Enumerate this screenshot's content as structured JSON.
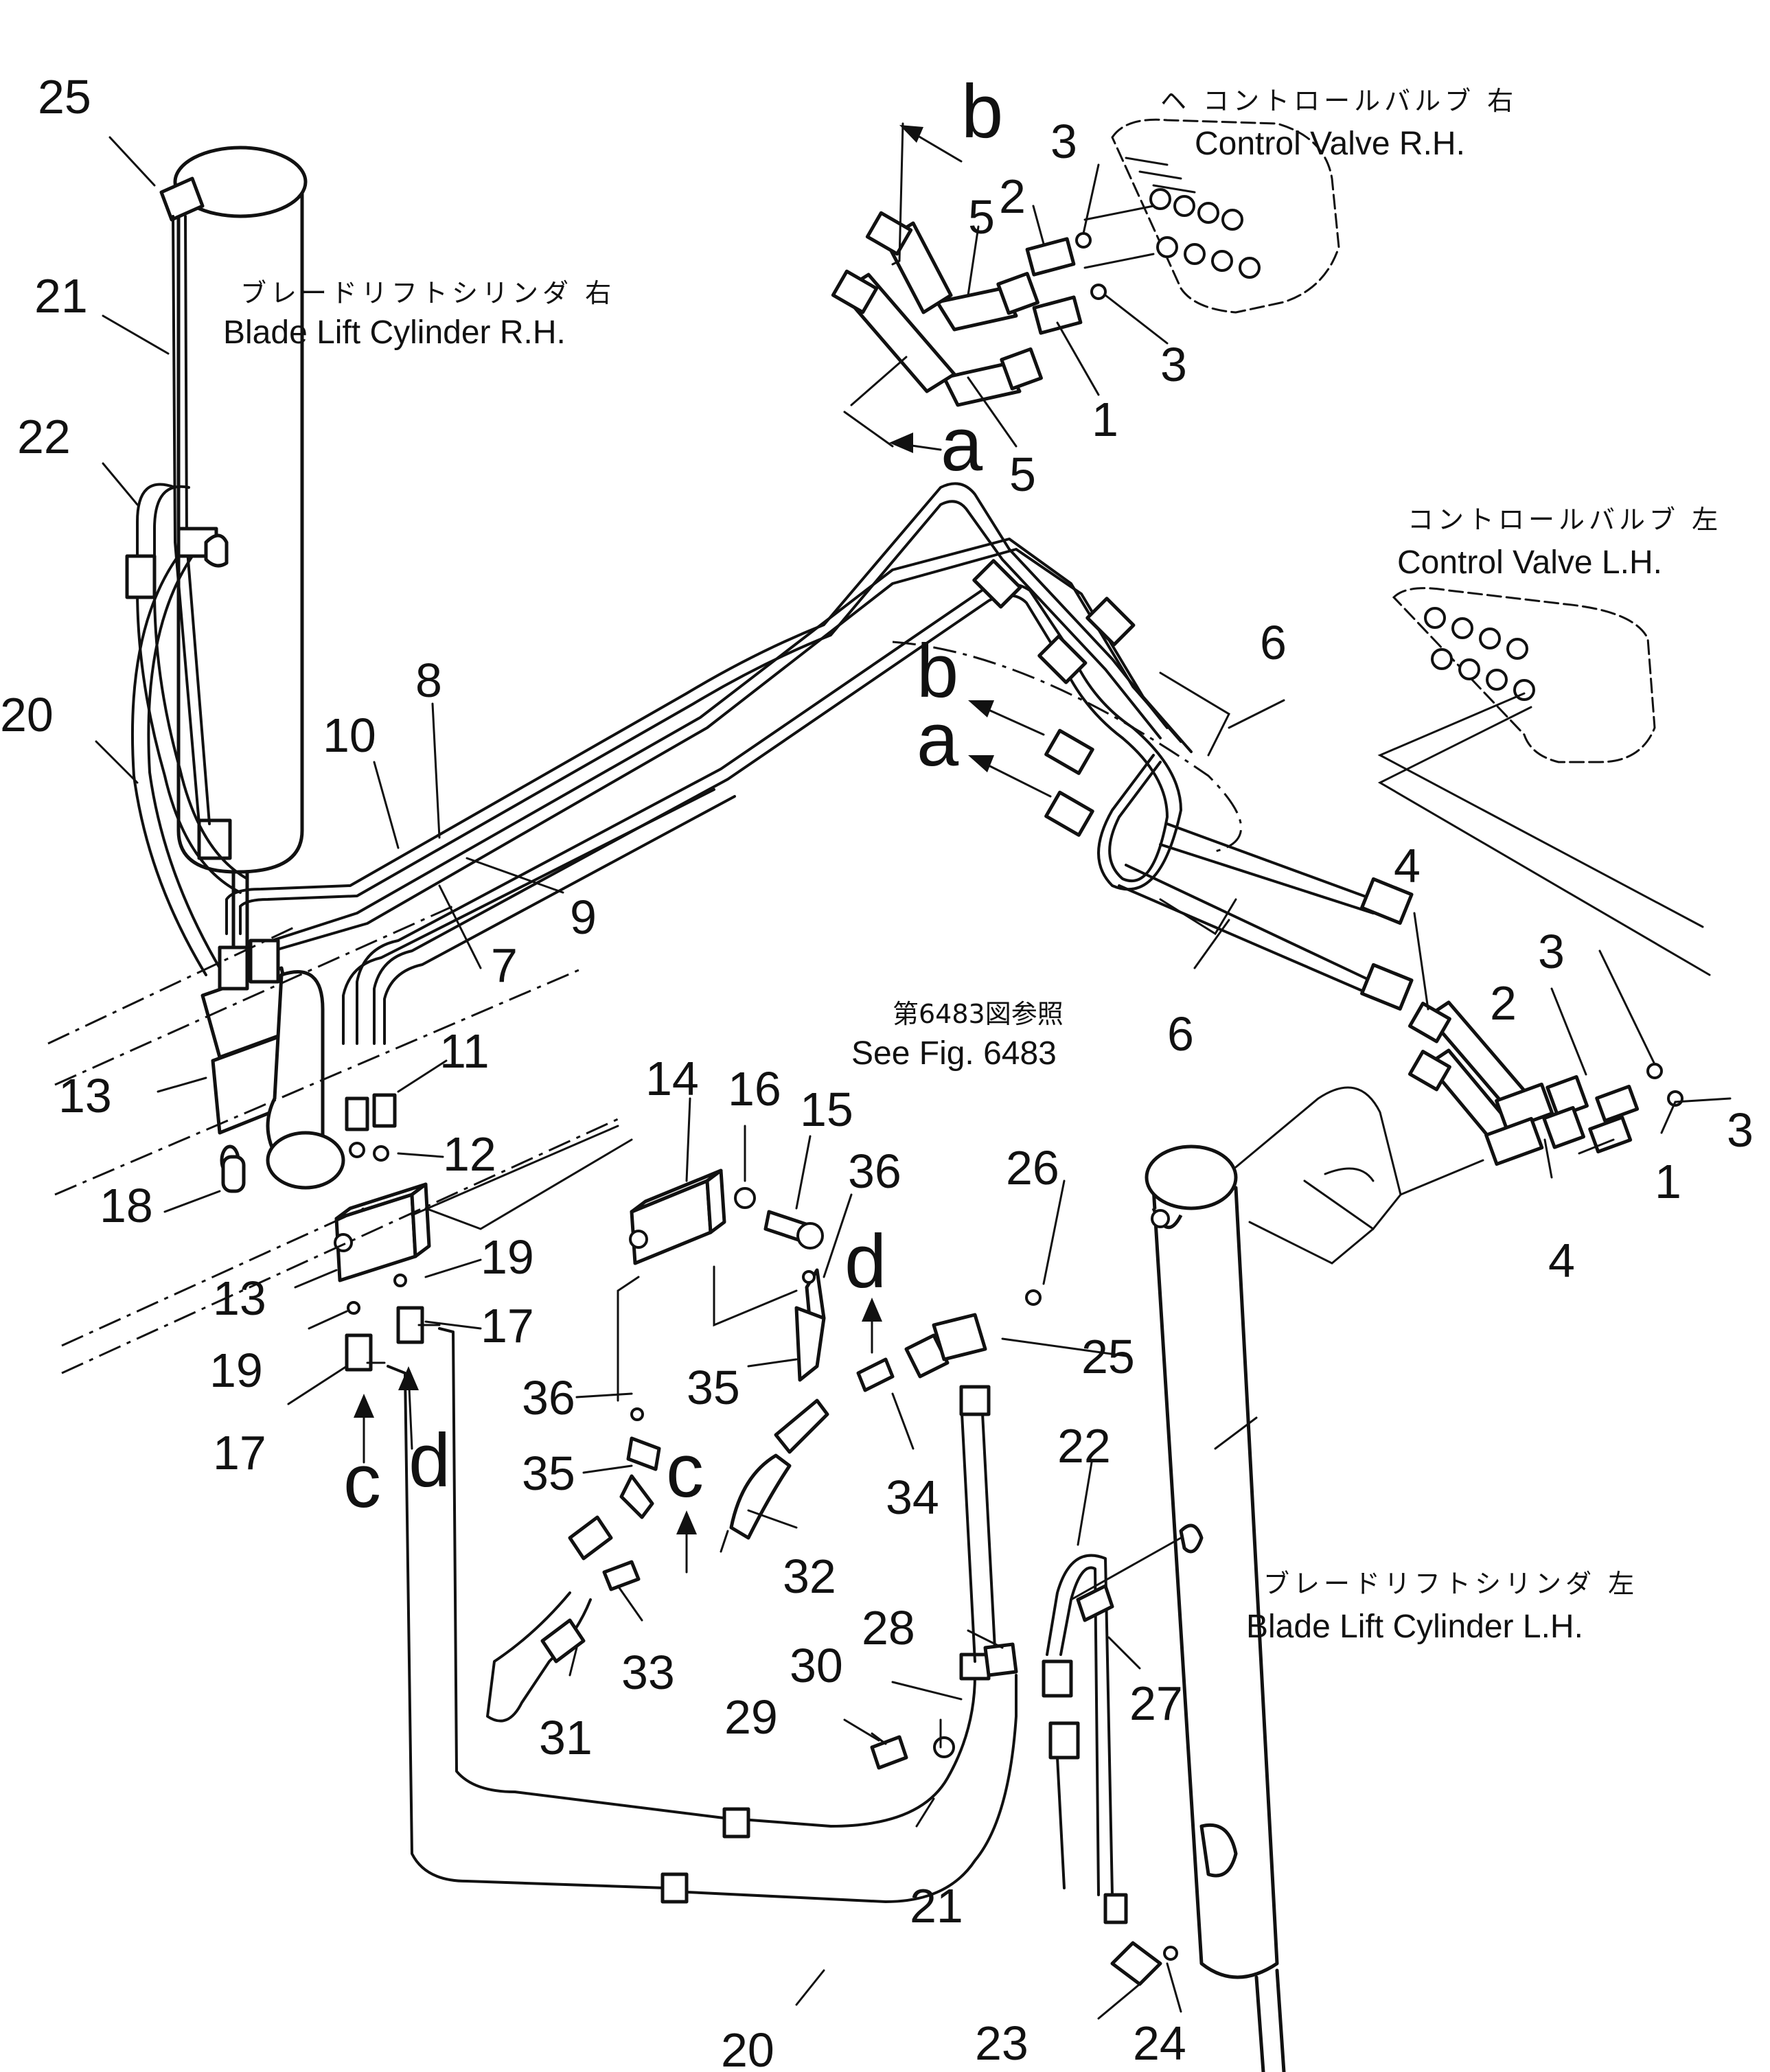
{
  "labels": {
    "cv_rh_jp": "ヘ コントロールバルブ 右",
    "cv_rh_en": "Control Valve  R.H.",
    "cv_lh_jp": "コントロールバルブ 左",
    "cv_lh_en": "Control Valve  L.H.",
    "cyl_rh_jp": "ブレードリフトシリンダ 右",
    "cyl_rh_en": "Blade Lift Cylinder R.H.",
    "cyl_lh_jp": "ブレードリフトシリンダ 左",
    "cyl_lh_en": "Blade Lift Cylinder L.H.",
    "ref_jp": "第6483図参照",
    "ref_en": "See Fig. 6483"
  },
  "part_numbers": {
    "n1": "1",
    "n2": "2",
    "n3": "3",
    "n4": "4",
    "n5": "5",
    "n6": "6",
    "n7": "7",
    "n8": "8",
    "n9": "9",
    "n10": "10",
    "n11": "11",
    "n12": "12",
    "n13": "13",
    "n14": "14",
    "n15": "15",
    "n16": "16",
    "n17": "17",
    "n18": "18",
    "n19": "19",
    "n20": "20",
    "n21": "21",
    "n22": "22",
    "n23": "23",
    "n24": "24",
    "n25": "25",
    "n26": "26",
    "n27": "27",
    "n28": "28",
    "n29": "29",
    "n30": "30",
    "n31": "31",
    "n32": "32",
    "n33": "33",
    "n34": "34",
    "n35": "35",
    "n36": "36"
  },
  "connection_letters": {
    "a": "a",
    "b": "b",
    "c": "c",
    "d": "d"
  }
}
